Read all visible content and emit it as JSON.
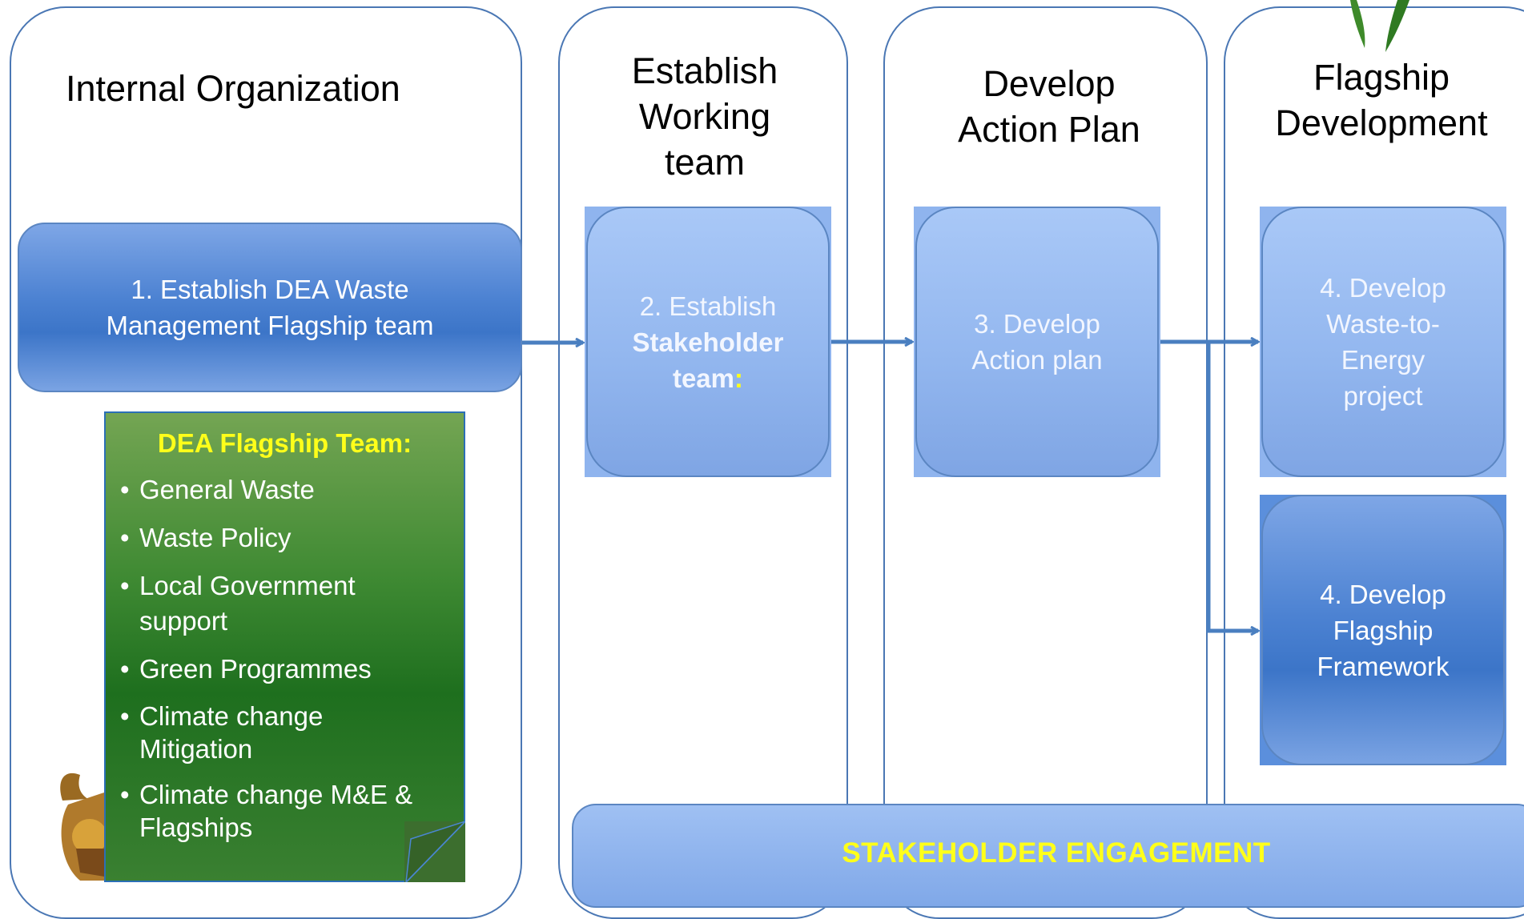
{
  "lanes": [
    {
      "title": "Internal Organization"
    },
    {
      "title": "Establish Working team"
    },
    {
      "title": "Develop Action Plan"
    },
    {
      "title": "Flagship Development"
    }
  ],
  "steps": {
    "step1": {
      "line1": "1. Establish DEA Waste",
      "line2": "Management Flagship team"
    },
    "step2": {
      "line1": "2. Establish",
      "line2": "Stakeholder",
      "line3": "team",
      "colon": ":"
    },
    "step3": {
      "line1": "3. Develop",
      "line2": "Action plan"
    },
    "step4a": {
      "line1": "4. Develop",
      "line2": "Waste-to-",
      "line3": "Energy",
      "line4": "project"
    },
    "step4b": {
      "line1": "4. Develop",
      "line2": "Flagship",
      "line3": "Framework"
    }
  },
  "flagship_team": {
    "title": "DEA Flagship Team:",
    "items": [
      {
        "line1": "General Waste",
        "line2": ""
      },
      {
        "line1": "Waste Policy",
        "line2": ""
      },
      {
        "line1": "Local Government",
        "line2": "support"
      },
      {
        "line1": "Green Programmes",
        "line2": ""
      },
      {
        "line1": "Climate change",
        "line2": "Mitigation"
      },
      {
        "line1": "Climate change M&E &",
        "line2": "Flagships"
      }
    ]
  },
  "engagement": {
    "label": "STAKEHOLDER ENGAGEMENT"
  },
  "colors": {
    "lane_border": "#4a77b4",
    "arrow": "#4a7fc0",
    "highlight_text": "#ffff1a",
    "green_panel": "#2f7d2a"
  }
}
